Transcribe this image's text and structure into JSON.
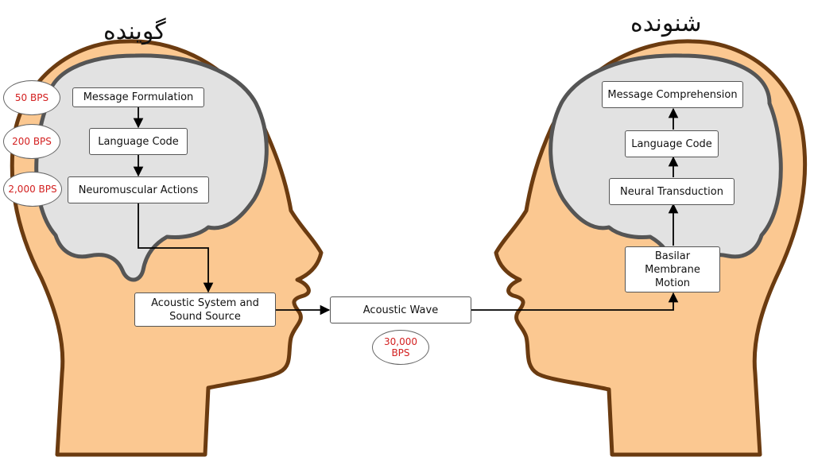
{
  "speaker": {
    "title": "گوینده",
    "boxes": {
      "message_formulation": "Message Formulation",
      "language_code": "Language Code",
      "neuromuscular_actions": "Neuromuscular Actions",
      "acoustic_system": "Acoustic System and Sound Source"
    },
    "rates": {
      "r1": "50 BPS",
      "r2": "200 BPS",
      "r3": "2,000 BPS"
    }
  },
  "channel": {
    "acoustic_wave": "Acoustic Wave",
    "rate": "30,000 BPS"
  },
  "listener": {
    "title": "شنونده",
    "boxes": {
      "message_comprehension": "Message Comprehension",
      "language_code": "Language Code",
      "neural_transduction": "Neural Transduction",
      "basilar_membrane": "Basilar Membrane Motion"
    }
  },
  "colors": {
    "skin": "#fbc891",
    "outline": "#6b3b10",
    "brain": "#e2e2e2",
    "brain_outline": "#555555",
    "rate_text": "#d32020"
  }
}
